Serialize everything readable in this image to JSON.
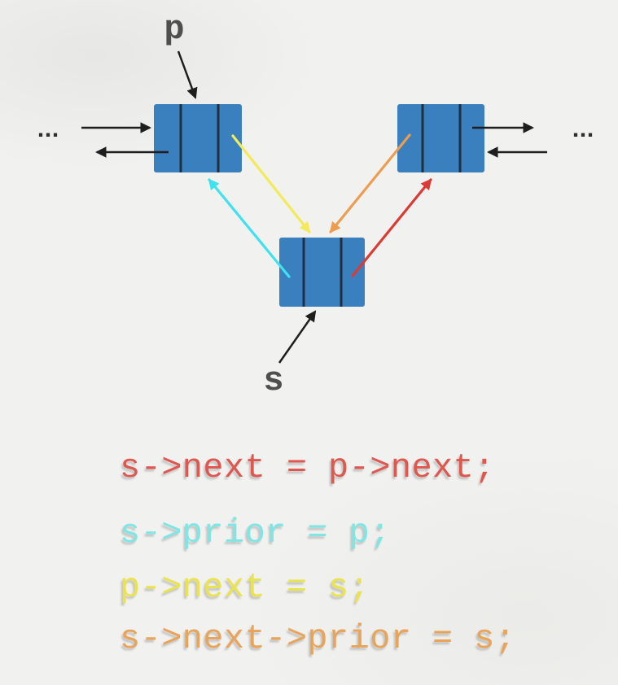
{
  "colors": {
    "background": "#f1f1ef",
    "node-blue": "#3a7fbe",
    "node-divider": "#1f3140",
    "black": "#1e1e1e",
    "label-gray": "#4f4f4f",
    "arrow-cyan": "#3fe2ee",
    "arrow-yellow": "#f3ea5b",
    "arrow-orange": "#ee9c4f",
    "arrow-red": "#da3c35",
    "code-red": "#df574e",
    "code-cyan": "#7fe6e3",
    "code-yellow": "#e8e34f",
    "code-orange": "#e9a45b"
  },
  "diagram": {
    "pointer_labels": {
      "p": "p",
      "s": "s"
    },
    "ellipsis_left": "...",
    "ellipsis_right": "..."
  },
  "code": {
    "lines": [
      {
        "text": "s->next = p->next;"
      },
      {
        "text": "s->prior = p;"
      },
      {
        "text": "p->next = s;"
      },
      {
        "text": "s->next->prior = s;"
      }
    ]
  }
}
